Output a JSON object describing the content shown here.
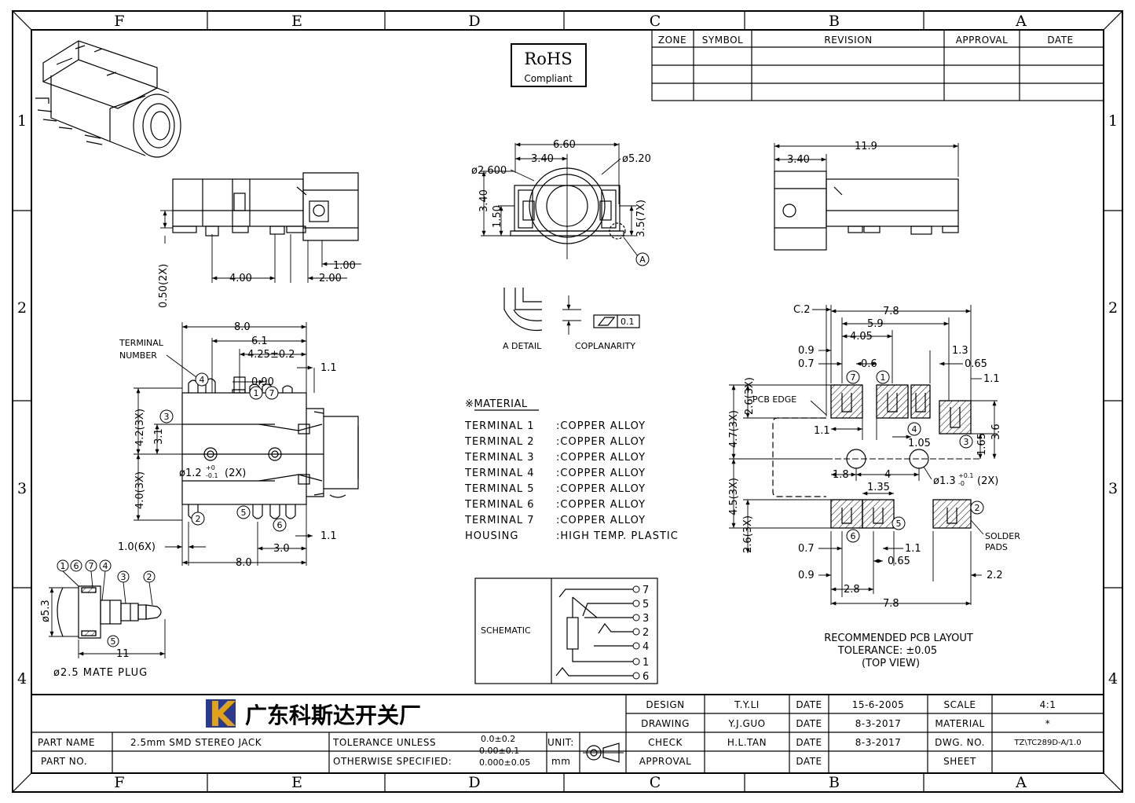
{
  "zones": {
    "top": [
      "F",
      "E",
      "D",
      "C",
      "B",
      "A"
    ],
    "side": [
      "1",
      "2",
      "3",
      "4"
    ]
  },
  "revision_table": {
    "headers": [
      "ZONE",
      "SYMBOL",
      "REVISION",
      "APPROVAL",
      "DATE"
    ]
  },
  "rohs": {
    "line1": "RoHS",
    "line2": "Compliant"
  },
  "side_view": {
    "d_4_00": "4.00",
    "d_2_00": "2.00",
    "d_1_00": "1.00",
    "d_050": "0.50(2X)"
  },
  "front_view": {
    "d_660": "6.60",
    "d_340": "3.40",
    "d_260": "ø2.600",
    "d_520": "ø5.20",
    "d_340v": "3.40",
    "d_150": "1.50",
    "d_35": "3.5(7X)",
    "ref_a": "A"
  },
  "right_view": {
    "d_119": "11.9",
    "d_340": "3.40"
  },
  "a_detail": {
    "label": "A DETAIL",
    "coplanarity_label": "COPLANARITY",
    "tol": "0.1"
  },
  "top_view": {
    "terminal_label": "TERMINAL",
    "number_label": "NUMBER",
    "d_80": "8.0",
    "d_61": "6.1",
    "d_425": "4.25±0.2",
    "d_090": "0.90",
    "d_11a": "1.1",
    "d_42": "4.2(3X)",
    "d_31": "3.1",
    "d_40": "4.0(3X)",
    "d_12": "ø1.2",
    "d_12tol_top": "+0",
    "d_12tol_bot": "-0.1",
    "d_12x": "(2X)",
    "d_10": "1.0(6X)",
    "d_30": "3.0",
    "d_80b": "8.0",
    "d_11b": "1.1",
    "n4": "4",
    "n1": "1",
    "n7": "7",
    "n3": "3",
    "n2": "2",
    "n5": "5",
    "n6": "6"
  },
  "plug": {
    "label": "ø2.5 MATE PLUG",
    "d_53": "ø5.3",
    "d_11": "11",
    "n1": "1",
    "n6": "6",
    "n7": "7",
    "n4": "4",
    "n3": "3",
    "n2": "2",
    "n5": "5"
  },
  "material": {
    "title": "※MATERIAL",
    "rows": [
      {
        "part": "TERMINAL 1",
        "value": ":COPPER ALLOY"
      },
      {
        "part": "TERMINAL 2",
        "value": ":COPPER ALLOY"
      },
      {
        "part": "TERMINAL 3",
        "value": ":COPPER ALLOY"
      },
      {
        "part": "TERMINAL 4",
        "value": ":COPPER ALLOY"
      },
      {
        "part": "TERMINAL 5",
        "value": ":COPPER ALLOY"
      },
      {
        "part": "TERMINAL 6",
        "value": ":COPPER ALLOY"
      },
      {
        "part": "TERMINAL 7",
        "value": ":COPPER ALLOY"
      },
      {
        "part": "HOUSING",
        "value": ":HIGH TEMP. PLASTIC"
      }
    ]
  },
  "schematic": {
    "label": "SCHEMATIC",
    "pins": [
      "7",
      "5",
      "3",
      "2",
      "4",
      "1",
      "6"
    ]
  },
  "pcb": {
    "d_c2": "C.2",
    "d_78": "7.8",
    "d_59": "5.9",
    "d_405": "4.05",
    "d_09": "0.9",
    "d_07": "0.7",
    "d_06": "0.6",
    "d_13": "1.3",
    "d_065": "0.65",
    "d_11": "1.1",
    "pcb_edge": "PCB EDGE",
    "d_26a": "2.6(3X)",
    "d_47": "4.7(3X)",
    "d_11b": "1.1",
    "d_105": "1.05",
    "d_165": "1.65",
    "d_36": "3.6",
    "d_18": "1.8",
    "d_4": "4",
    "d_13h": "ø1.3",
    "d_13tol_top": "+0.1",
    "d_13tol_bot": "-0",
    "d_13x": "(2X)",
    "d_45": "4.5(3X)",
    "d_135": "1.35",
    "d_26b": "2.6(3X)",
    "d_07b": "0.7",
    "d_11c": "1.1",
    "d_065b": "0.65",
    "d_09b": "0.9",
    "d_28": "2.8",
    "d_22": "2.2",
    "d_78b": "7.8",
    "solder": "SOLDER",
    "pads": "PADS",
    "n7": "7",
    "n1": "1",
    "n4": "4",
    "n3": "3",
    "n6": "6",
    "n5": "5",
    "n2": "2",
    "caption1": "RECOMMENDED PCB LAYOUT",
    "caption2": "TOLERANCE: ±0.05",
    "caption3": "(TOP VIEW)"
  },
  "title_block": {
    "company": "广东科斯达开关厂",
    "part_name_label": "PART NAME",
    "part_name": "2.5mm SMD STEREO JACK",
    "part_no_label": "PART NO.",
    "tol_label1": "TOLERANCE UNLESS",
    "tol_label2": "OTHERWISE SPECIFIED:",
    "tol1": "0.0±0.2",
    "tol2": "0.00±0.1",
    "tol3": "0.000±0.05",
    "unit_label": "UNIT:",
    "unit": "mm",
    "design_label": "DESIGN",
    "design_name": "T.Y.LI",
    "date_label": "DATE",
    "design_date": "15-6-2005",
    "drawing_label": "DRAWING",
    "drawing_name": "Y.J.GUO",
    "drawing_date": "8-3-2017",
    "check_label": "CHECK",
    "check_name": "H.L.TAN",
    "check_date": "8-3-2017",
    "approval_label": "APPROVAL",
    "scale_label": "SCALE",
    "scale": "4:1",
    "material_label": "MATERIAL",
    "material": "*",
    "dwg_label": "DWG. NO.",
    "dwg_no": "TZ\\TC289D-A/1.0",
    "sheet_label": "SHEET"
  }
}
